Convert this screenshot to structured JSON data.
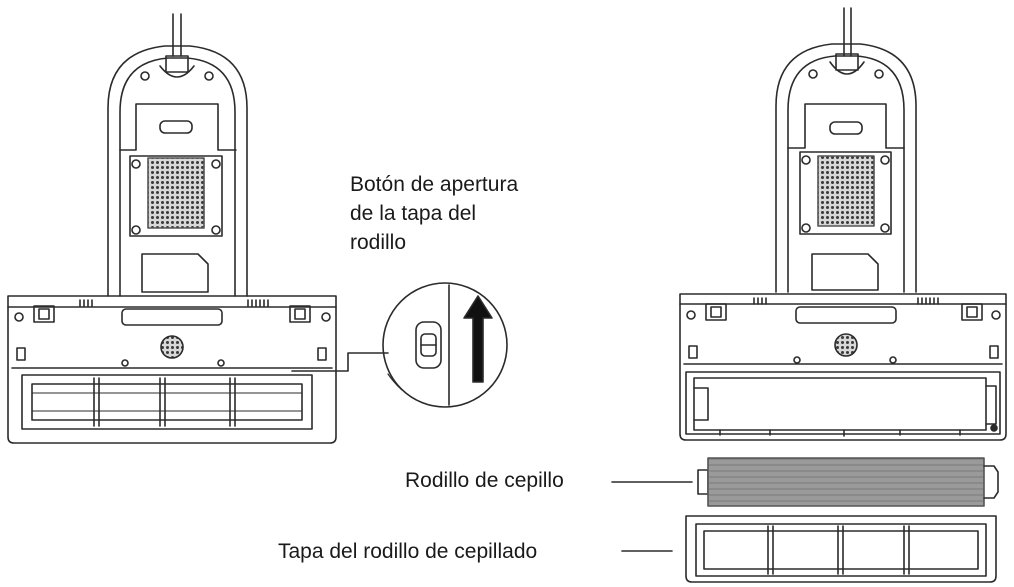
{
  "diagram": {
    "labels": {
      "open_button": [
        "Botón de apertura",
        "de la tapa del",
        "rodillo"
      ],
      "brush_roller": "Rodillo de cepillo",
      "roller_cover": "Tapa del rodillo de cepillado"
    },
    "colors": {
      "line": "#2b2b2b",
      "grill": "#555555",
      "roller": "#8a8a8a",
      "background": "#ffffff"
    },
    "icons": [
      "arrow-up-icon",
      "slider-button-icon",
      "screw-icon"
    ]
  }
}
